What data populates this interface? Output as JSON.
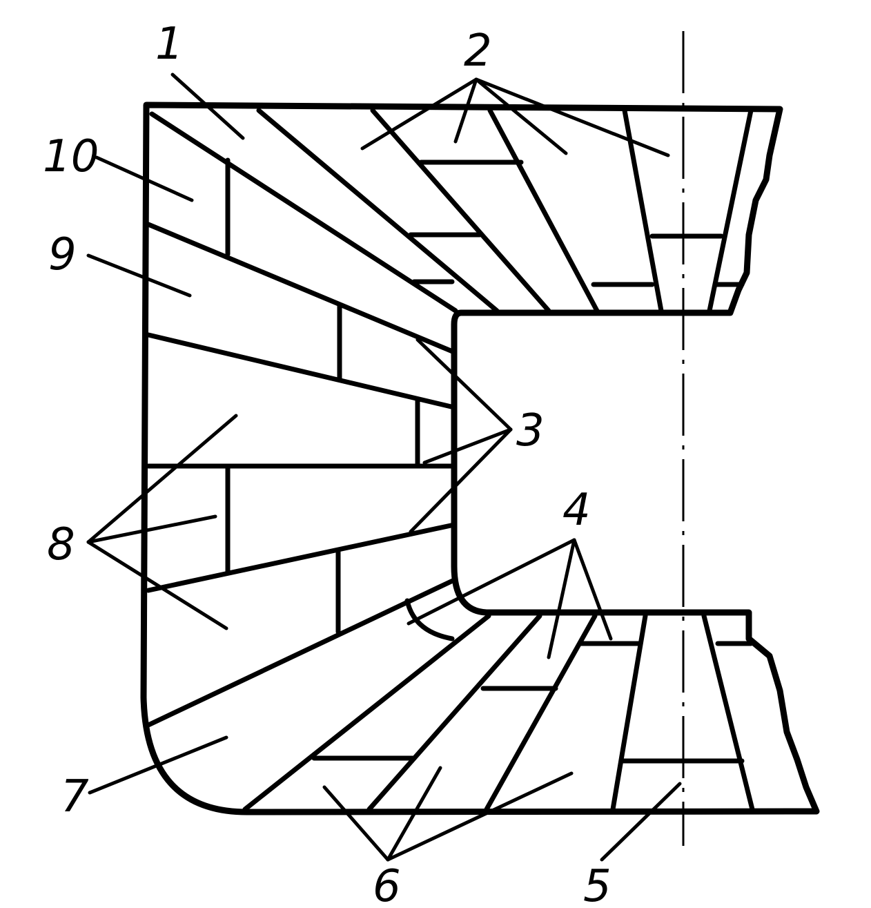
{
  "labels": {
    "l1": "1",
    "l2": "2",
    "l3": "3",
    "l4": "4",
    "l5": "5",
    "l6": "6",
    "l7": "7",
    "l8": "8",
    "l9": "9",
    "l10": "10"
  },
  "colors": {
    "ink": "#000000",
    "paper": "#ffffff"
  }
}
